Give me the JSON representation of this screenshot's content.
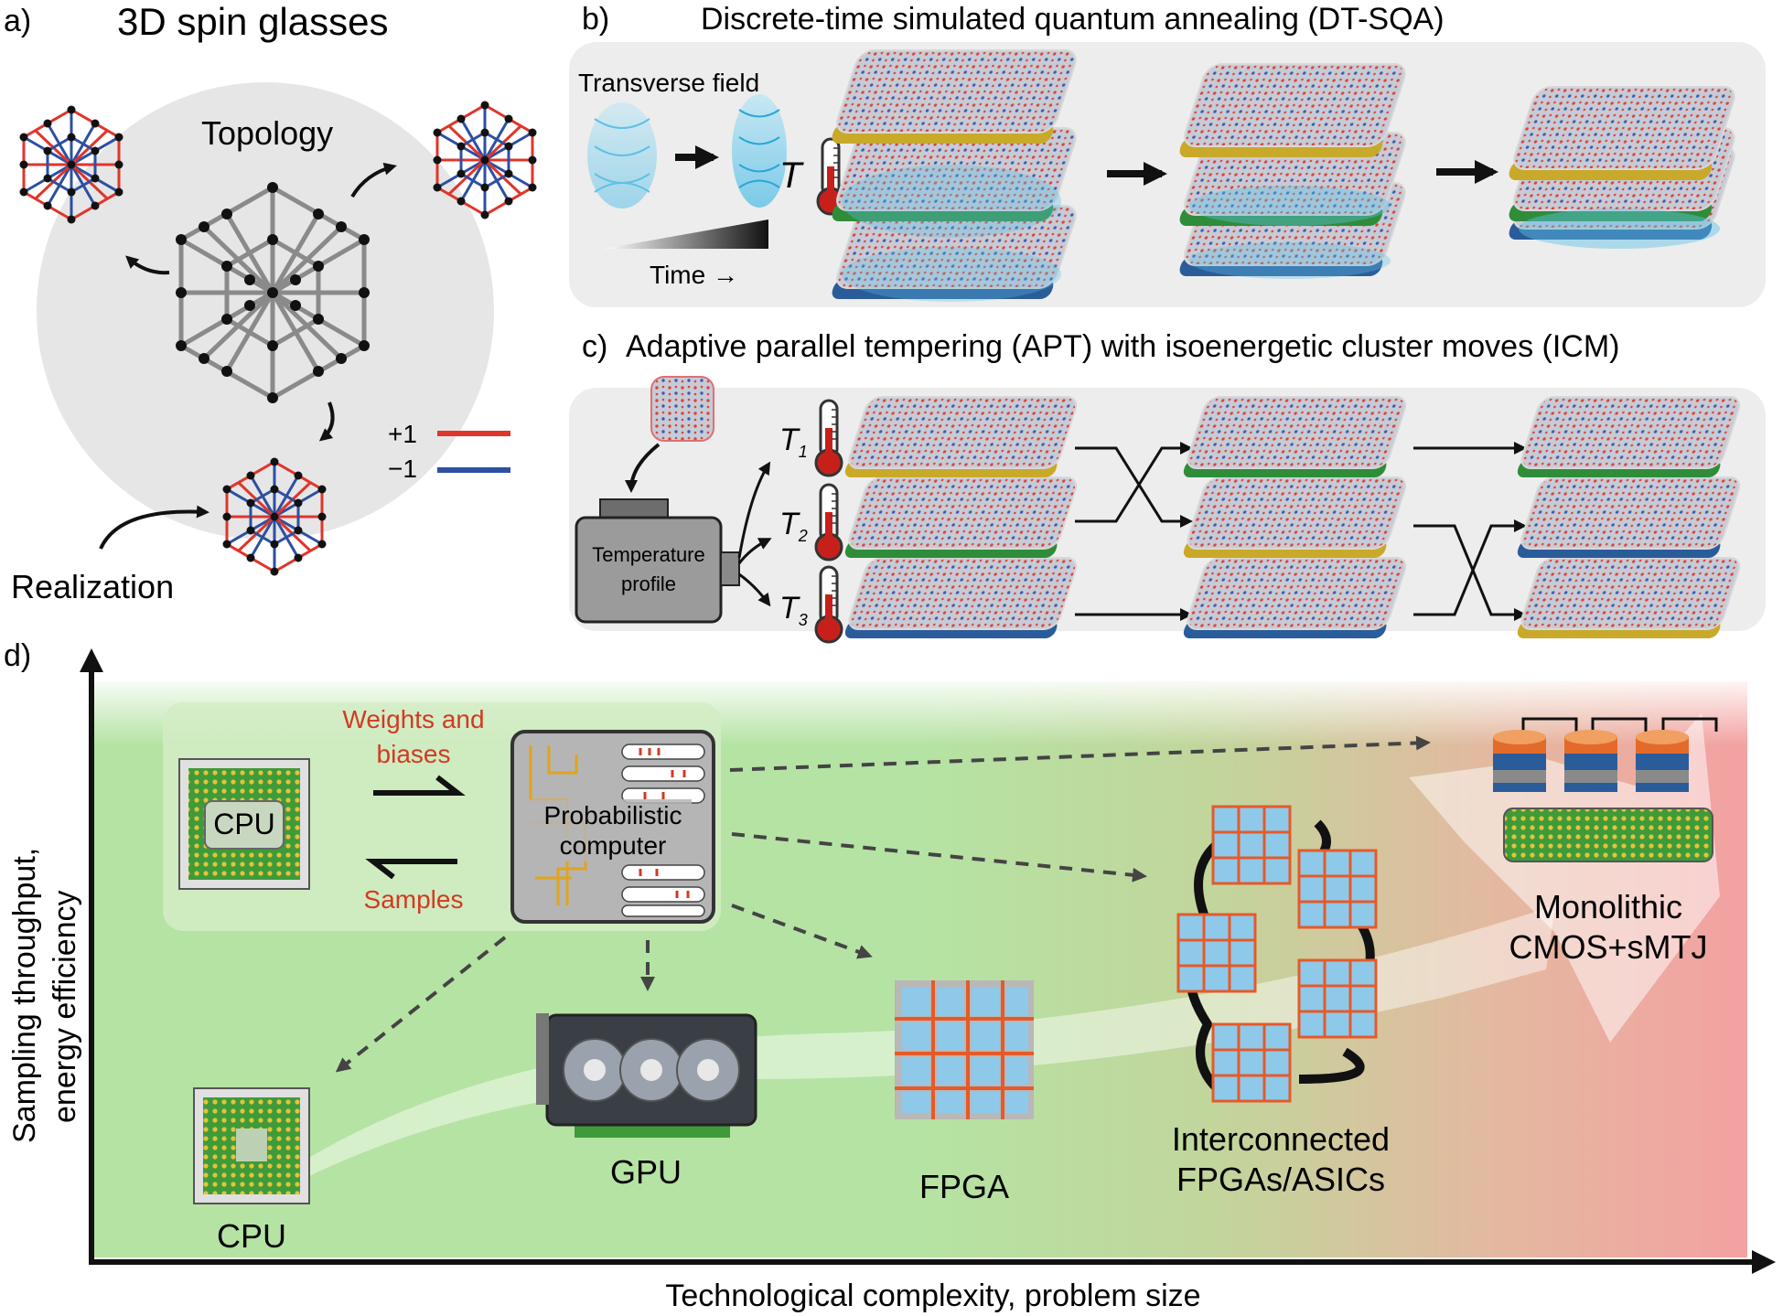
{
  "panel_a": {
    "label": "a)",
    "title": "3D spin glasses",
    "topology": "Topology",
    "realization": "Realization",
    "legend": [
      {
        "text": "+1",
        "color": "#e0352b"
      },
      {
        "text": "−1",
        "color": "#2c4fa3"
      }
    ]
  },
  "panel_b": {
    "label": "b)",
    "title": "Discrete-time simulated quantum annealing (DT-SQA)",
    "transverse_field": "Transverse field",
    "temperature_symbol": "T",
    "time_label": "Time →"
  },
  "panel_c": {
    "label": "c)",
    "title": "Adaptive parallel tempering (APT) with isoenergetic cluster moves (ICM)",
    "profile_line1": "Temperature",
    "profile_line2": "profile",
    "temps": [
      {
        "symbol": "T",
        "sub": "1"
      },
      {
        "symbol": "T",
        "sub": "2"
      },
      {
        "symbol": "T",
        "sub": "3"
      }
    ]
  },
  "panel_d": {
    "label": "d)",
    "y_axis_line1": "Sampling throughput,",
    "y_axis_line2": "energy efficiency",
    "x_axis": "Technological complexity, problem size",
    "weights_line1": "Weights and",
    "weights_line2": "biases",
    "samples": "Samples",
    "cpu_chip": "CPU",
    "pcomp_line1": "Probabilistic",
    "pcomp_line2": "computer",
    "cpu": "CPU",
    "gpu": "GPU",
    "fpga": "FPGA",
    "ifpga_line1": "Interconnected",
    "ifpga_line2": "FPGAs/ASICs",
    "mono_line1": "Monolithic",
    "mono_line2": "CMOS+sMTJ"
  },
  "colors": {
    "spin_up": "#e0352b",
    "spin_down": "#2c4fa3",
    "accent_red": "#d23a22",
    "panel_bg": "#eeeeee",
    "green_zone": "#b9e3a9",
    "red_zone": "#f2a7a7"
  }
}
